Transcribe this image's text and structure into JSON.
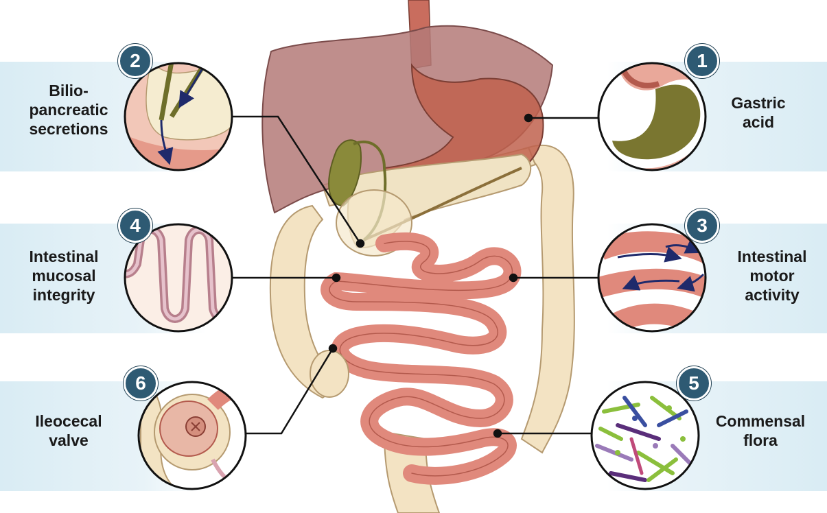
{
  "callouts": [
    {
      "number": "1",
      "label_lines": [
        "Gastric",
        "acid"
      ]
    },
    {
      "number": "2",
      "label_lines": [
        "Bilio-",
        "pancreatic",
        "secretions"
      ]
    },
    {
      "number": "3",
      "label_lines": [
        "Intestinal",
        "motor",
        "activity"
      ]
    },
    {
      "number": "4",
      "label_lines": [
        "Intestinal",
        "mucosal",
        "integrity"
      ]
    },
    {
      "number": "5",
      "label_lines": [
        "Commensal",
        "flora"
      ]
    },
    {
      "number": "6",
      "label_lines": [
        "Ileocecal",
        "valve"
      ]
    }
  ],
  "colors": {
    "badge": "#2e5a73",
    "band": "#dcedf5",
    "intestine": "#e0897c",
    "colon": "#f3e3c3",
    "liver": "#b47a78",
    "stomach": "#b85c4a",
    "gastric_acid": "#7a7630",
    "pancreas": "#f0e3c4",
    "gallbladder": "#8a8a3a"
  }
}
